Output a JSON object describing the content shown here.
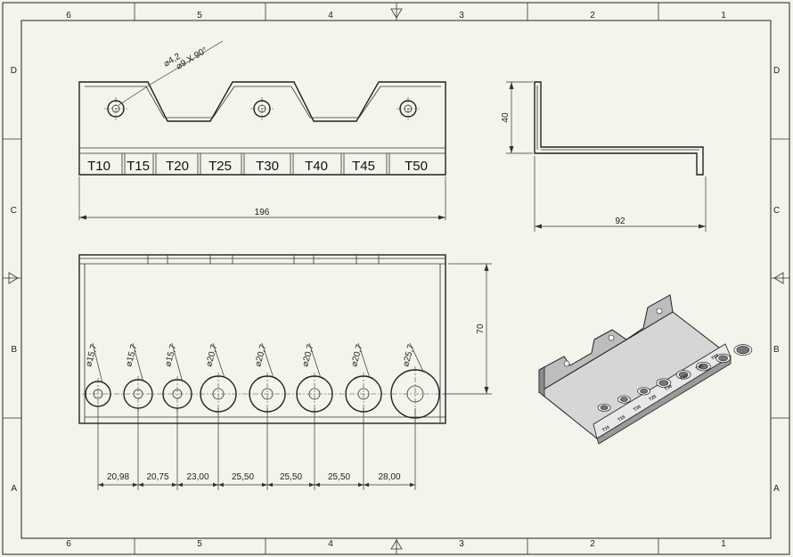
{
  "zones": {
    "columns": [
      "6",
      "5",
      "4",
      "3",
      "2",
      "1"
    ],
    "rows": [
      "D",
      "C",
      "B",
      "A"
    ]
  },
  "front_view": {
    "slot_labels": [
      "T10",
      "T15",
      "T20",
      "T25",
      "T30",
      "T40",
      "T45",
      "T50"
    ],
    "width_dim": "196",
    "hole_callout": [
      "⌀4,2",
      "⌀9 X 90°"
    ]
  },
  "side_view": {
    "height_dim": "40",
    "width_dim": "92"
  },
  "top_view": {
    "hole_diameters": [
      "⌀15,7",
      "⌀15,7",
      "⌀15,7",
      "⌀20,7",
      "⌀20,7",
      "⌀20,7",
      "⌀20,7",
      "⌀25,7"
    ],
    "spacings": [
      "20,98",
      "20,75",
      "23,00",
      "25,50",
      "25,50",
      "25,50",
      "28,00"
    ],
    "depth_dim": "70"
  },
  "iso_view": {
    "slot_labels": [
      "T10",
      "T15",
      "T20",
      "T25",
      "T30",
      "T40",
      "T45",
      "T50"
    ]
  }
}
